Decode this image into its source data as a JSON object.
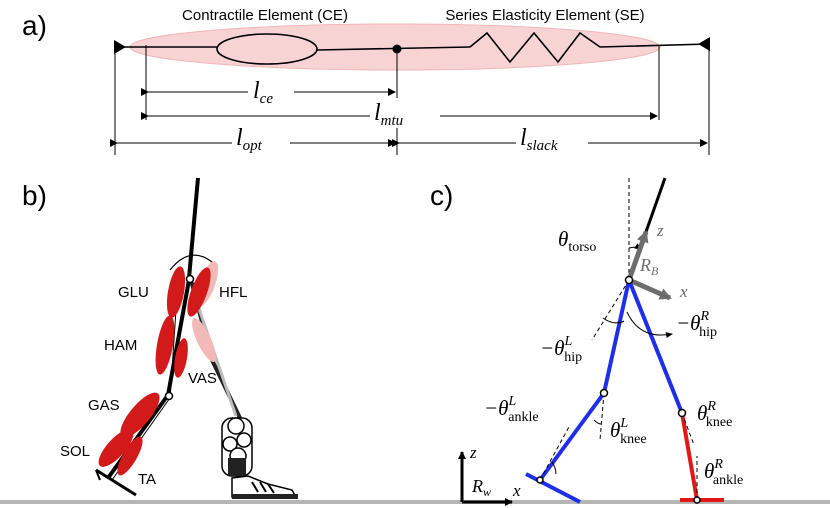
{
  "panels": {
    "a": "a)",
    "b": "b)",
    "c": "c)"
  },
  "panel_a": {
    "ce_label": "Contractile Element (CE)",
    "se_label": "Series Elasticity Element (SE)",
    "l_ce": "l",
    "l_ce_sub": "ce",
    "l_mtu": "l",
    "l_mtu_sub": "mtu",
    "l_opt": "l",
    "l_opt_sub": "opt",
    "l_slack": "l",
    "l_slack_sub": "slack"
  },
  "panel_b": {
    "muscles": [
      "GLU",
      "HFL",
      "HAM",
      "VAS",
      "GAS",
      "SOL",
      "TA"
    ]
  },
  "panel_c": {
    "theta_torso": "θ",
    "theta_torso_sub": "torso",
    "z_body": "z",
    "x_body": "x",
    "frame_body": "R",
    "frame_body_sub": "B",
    "hip_L": "−θ",
    "hip_L_sub": "hip",
    "hip_L_sup": "L",
    "hip_R": "−θ",
    "hip_R_sub": "hip",
    "hip_R_sup": "R",
    "ankle_L": "−θ",
    "ankle_L_sub": "ankle",
    "ankle_L_sup": "L",
    "knee_L": "θ",
    "knee_L_sub": "knee",
    "knee_L_sup": "L",
    "knee_R": "θ",
    "knee_R_sub": "knee",
    "knee_R_sup": "R",
    "ankle_R": "θ",
    "ankle_R_sub": "ankle",
    "ankle_R_sup": "R",
    "z_world": "z",
    "x_world": "x",
    "frame_world": "R",
    "frame_world_sub": "w"
  },
  "colors": {
    "left_leg": "#1f2ee8",
    "right_leg": "#e01818",
    "muscle": "#d21a1a",
    "muscle_light": "#f2b9b9",
    "ellipse_bg": "#f7d3d3",
    "ground": "#b5b5b5",
    "arrow_gray": "#6d6d6d"
  }
}
